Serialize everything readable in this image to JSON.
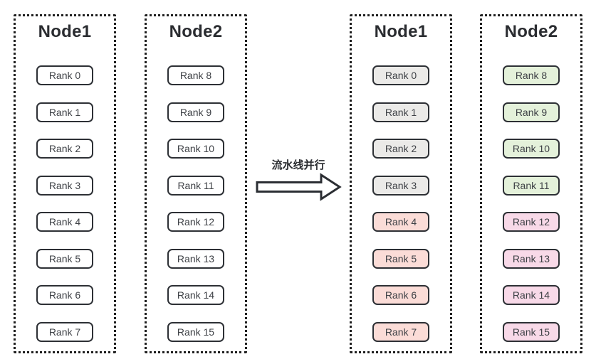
{
  "arrow": {
    "label": "流水线并行"
  },
  "colors": {
    "box_border": "#2d3035",
    "column_border": "#1f1f1f",
    "rank_text": "#3e4146",
    "title_text": "#2a2c30",
    "white": "#ffffff",
    "gray": "#ebeae8",
    "salmon": "#fbdcd7",
    "green": "#e4f1da",
    "pink": "#f8d9e8"
  },
  "groups": [
    {
      "id": "before",
      "columns": [
        {
          "title": "Node1",
          "ranks": [
            {
              "label": "Rank 0",
              "fill": "white"
            },
            {
              "label": "Rank 1",
              "fill": "white"
            },
            {
              "label": "Rank 2",
              "fill": "white"
            },
            {
              "label": "Rank 3",
              "fill": "white"
            },
            {
              "label": "Rank 4",
              "fill": "white"
            },
            {
              "label": "Rank 5",
              "fill": "white"
            },
            {
              "label": "Rank 6",
              "fill": "white"
            },
            {
              "label": "Rank 7",
              "fill": "white"
            }
          ]
        },
        {
          "title": "Node2",
          "ranks": [
            {
              "label": "Rank 8",
              "fill": "white"
            },
            {
              "label": "Rank 9",
              "fill": "white"
            },
            {
              "label": "Rank 10",
              "fill": "white"
            },
            {
              "label": "Rank 11",
              "fill": "white"
            },
            {
              "label": "Rank 12",
              "fill": "white"
            },
            {
              "label": "Rank 13",
              "fill": "white"
            },
            {
              "label": "Rank 14",
              "fill": "white"
            },
            {
              "label": "Rank 15",
              "fill": "white"
            }
          ]
        }
      ]
    },
    {
      "id": "after",
      "columns": [
        {
          "title": "Node1",
          "ranks": [
            {
              "label": "Rank 0",
              "fill": "gray"
            },
            {
              "label": "Rank 1",
              "fill": "gray"
            },
            {
              "label": "Rank 2",
              "fill": "gray"
            },
            {
              "label": "Rank 3",
              "fill": "gray"
            },
            {
              "label": "Rank 4",
              "fill": "salmon"
            },
            {
              "label": "Rank 5",
              "fill": "salmon"
            },
            {
              "label": "Rank 6",
              "fill": "salmon"
            },
            {
              "label": "Rank 7",
              "fill": "salmon"
            }
          ]
        },
        {
          "title": "Node2",
          "ranks": [
            {
              "label": "Rank 8",
              "fill": "green"
            },
            {
              "label": "Rank 9",
              "fill": "green"
            },
            {
              "label": "Rank 10",
              "fill": "green"
            },
            {
              "label": "Rank 11",
              "fill": "green"
            },
            {
              "label": "Rank 12",
              "fill": "pink"
            },
            {
              "label": "Rank 13",
              "fill": "pink"
            },
            {
              "label": "Rank 14",
              "fill": "pink"
            },
            {
              "label": "Rank 15",
              "fill": "pink"
            }
          ]
        }
      ]
    }
  ]
}
